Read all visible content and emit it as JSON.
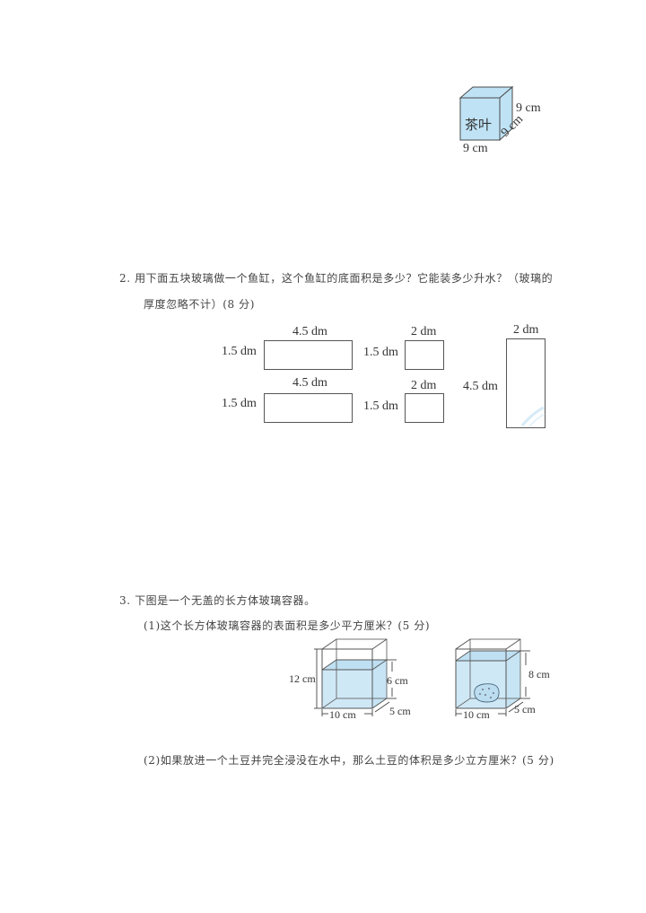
{
  "tea_box": {
    "label": "茶叶",
    "height": "9 cm",
    "width": "9 cm",
    "depth": "9 cm",
    "fill_color": "#bfe3f5",
    "edge_color": "#4a4a4a"
  },
  "q2": {
    "line1": "2. 用下面五块玻璃做一个鱼缸，这个鱼缸的底面积是多少？它能装多少升水？（玻璃的",
    "line2": "厚度忽略不计）(8 分)",
    "panels": [
      {
        "top": "4.5 dm",
        "side": "1.5 dm"
      },
      {
        "top": "2 dm",
        "side": "1.5 dm"
      },
      {
        "top": "4.5 dm",
        "side": "1.5 dm"
      },
      {
        "top": "2 dm",
        "side": "1.5 dm"
      },
      {
        "top": "2 dm",
        "side": "4.5 dm"
      }
    ]
  },
  "q3": {
    "title": "3.  下图是一个无盖的长方体玻璃容器。",
    "sub1": "(1)这个长方体玻璃容器的表面积是多少平方厘米？(5 分)",
    "sub2": "(2)如果放进一个土豆并完全浸没在水中，那么土豆的体积是多少立方厘米？(5 分)",
    "container_before": {
      "height": "12 cm",
      "water": "6 cm",
      "length": "10 cm",
      "width": "5 cm"
    },
    "container_after": {
      "water": "8 cm",
      "length": "10 cm",
      "width": "5 cm"
    },
    "water_color": "#cfe8f6"
  }
}
